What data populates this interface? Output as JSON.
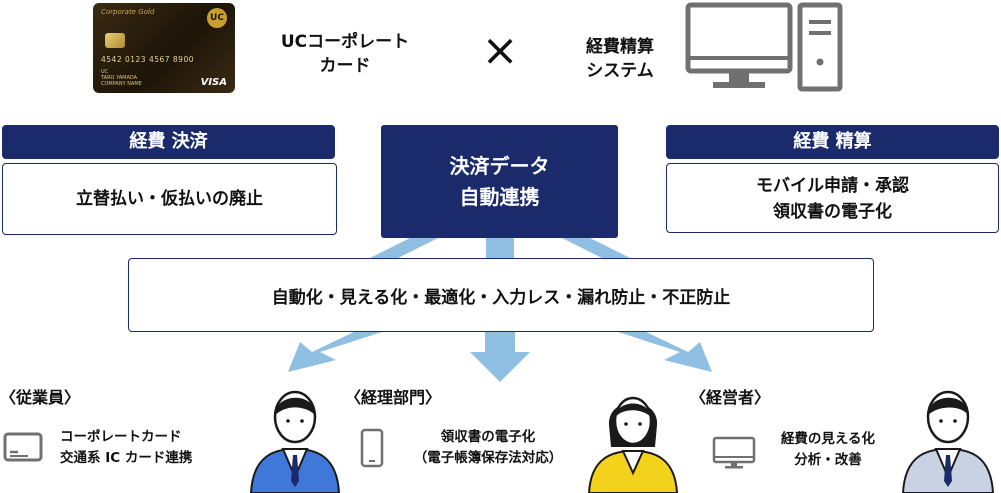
{
  "card": {
    "brand_text": "Corporate Gold",
    "logo_text": "UC",
    "number": "4542 0123 4567 8900",
    "holder_line1": "UC",
    "holder_line2": "TARO YAMADA",
    "holder_line3": "COMPANY NAME",
    "network": "VISA"
  },
  "top": {
    "card_label_line1": "UCコーポレート",
    "card_label_line2": "カード",
    "times_symbol": "×",
    "system_label_line1": "経費精算",
    "system_label_line2": "システム"
  },
  "left_panel": {
    "header": "経費 決済",
    "body": "立替払い・仮払いの廃止"
  },
  "center_panel": {
    "line1": "決済データ",
    "line2": "自動連携"
  },
  "right_panel": {
    "header": "経費 精算",
    "body_line1": "モバイル申請・承認",
    "body_line2": "領収書の電子化"
  },
  "benefits_bar": "自動化・見える化・最適化・入力レス・漏れ防止・不正防止",
  "roles": [
    {
      "title": "〈従業員〉",
      "line1": "コーポレートカード",
      "line2": "交通系 IC カード連携",
      "icon": "credit-card-icon",
      "person_color": "#3f78d8"
    },
    {
      "title": "〈経理部門〉",
      "line1": "領収書の電子化",
      "line2": "（電子帳簿保存法対応）",
      "icon": "smartphone-icon",
      "person_color": "#f2d21a"
    },
    {
      "title": "〈経営者〉",
      "line1": "経費の見える化",
      "line2": "分析・改善",
      "icon": "monitor-icon",
      "person_color": "#c9d2e3"
    }
  ],
  "colors": {
    "navy": "#1a2a6b",
    "arrow": "#8fbfe3",
    "gray_icon": "#707070"
  }
}
